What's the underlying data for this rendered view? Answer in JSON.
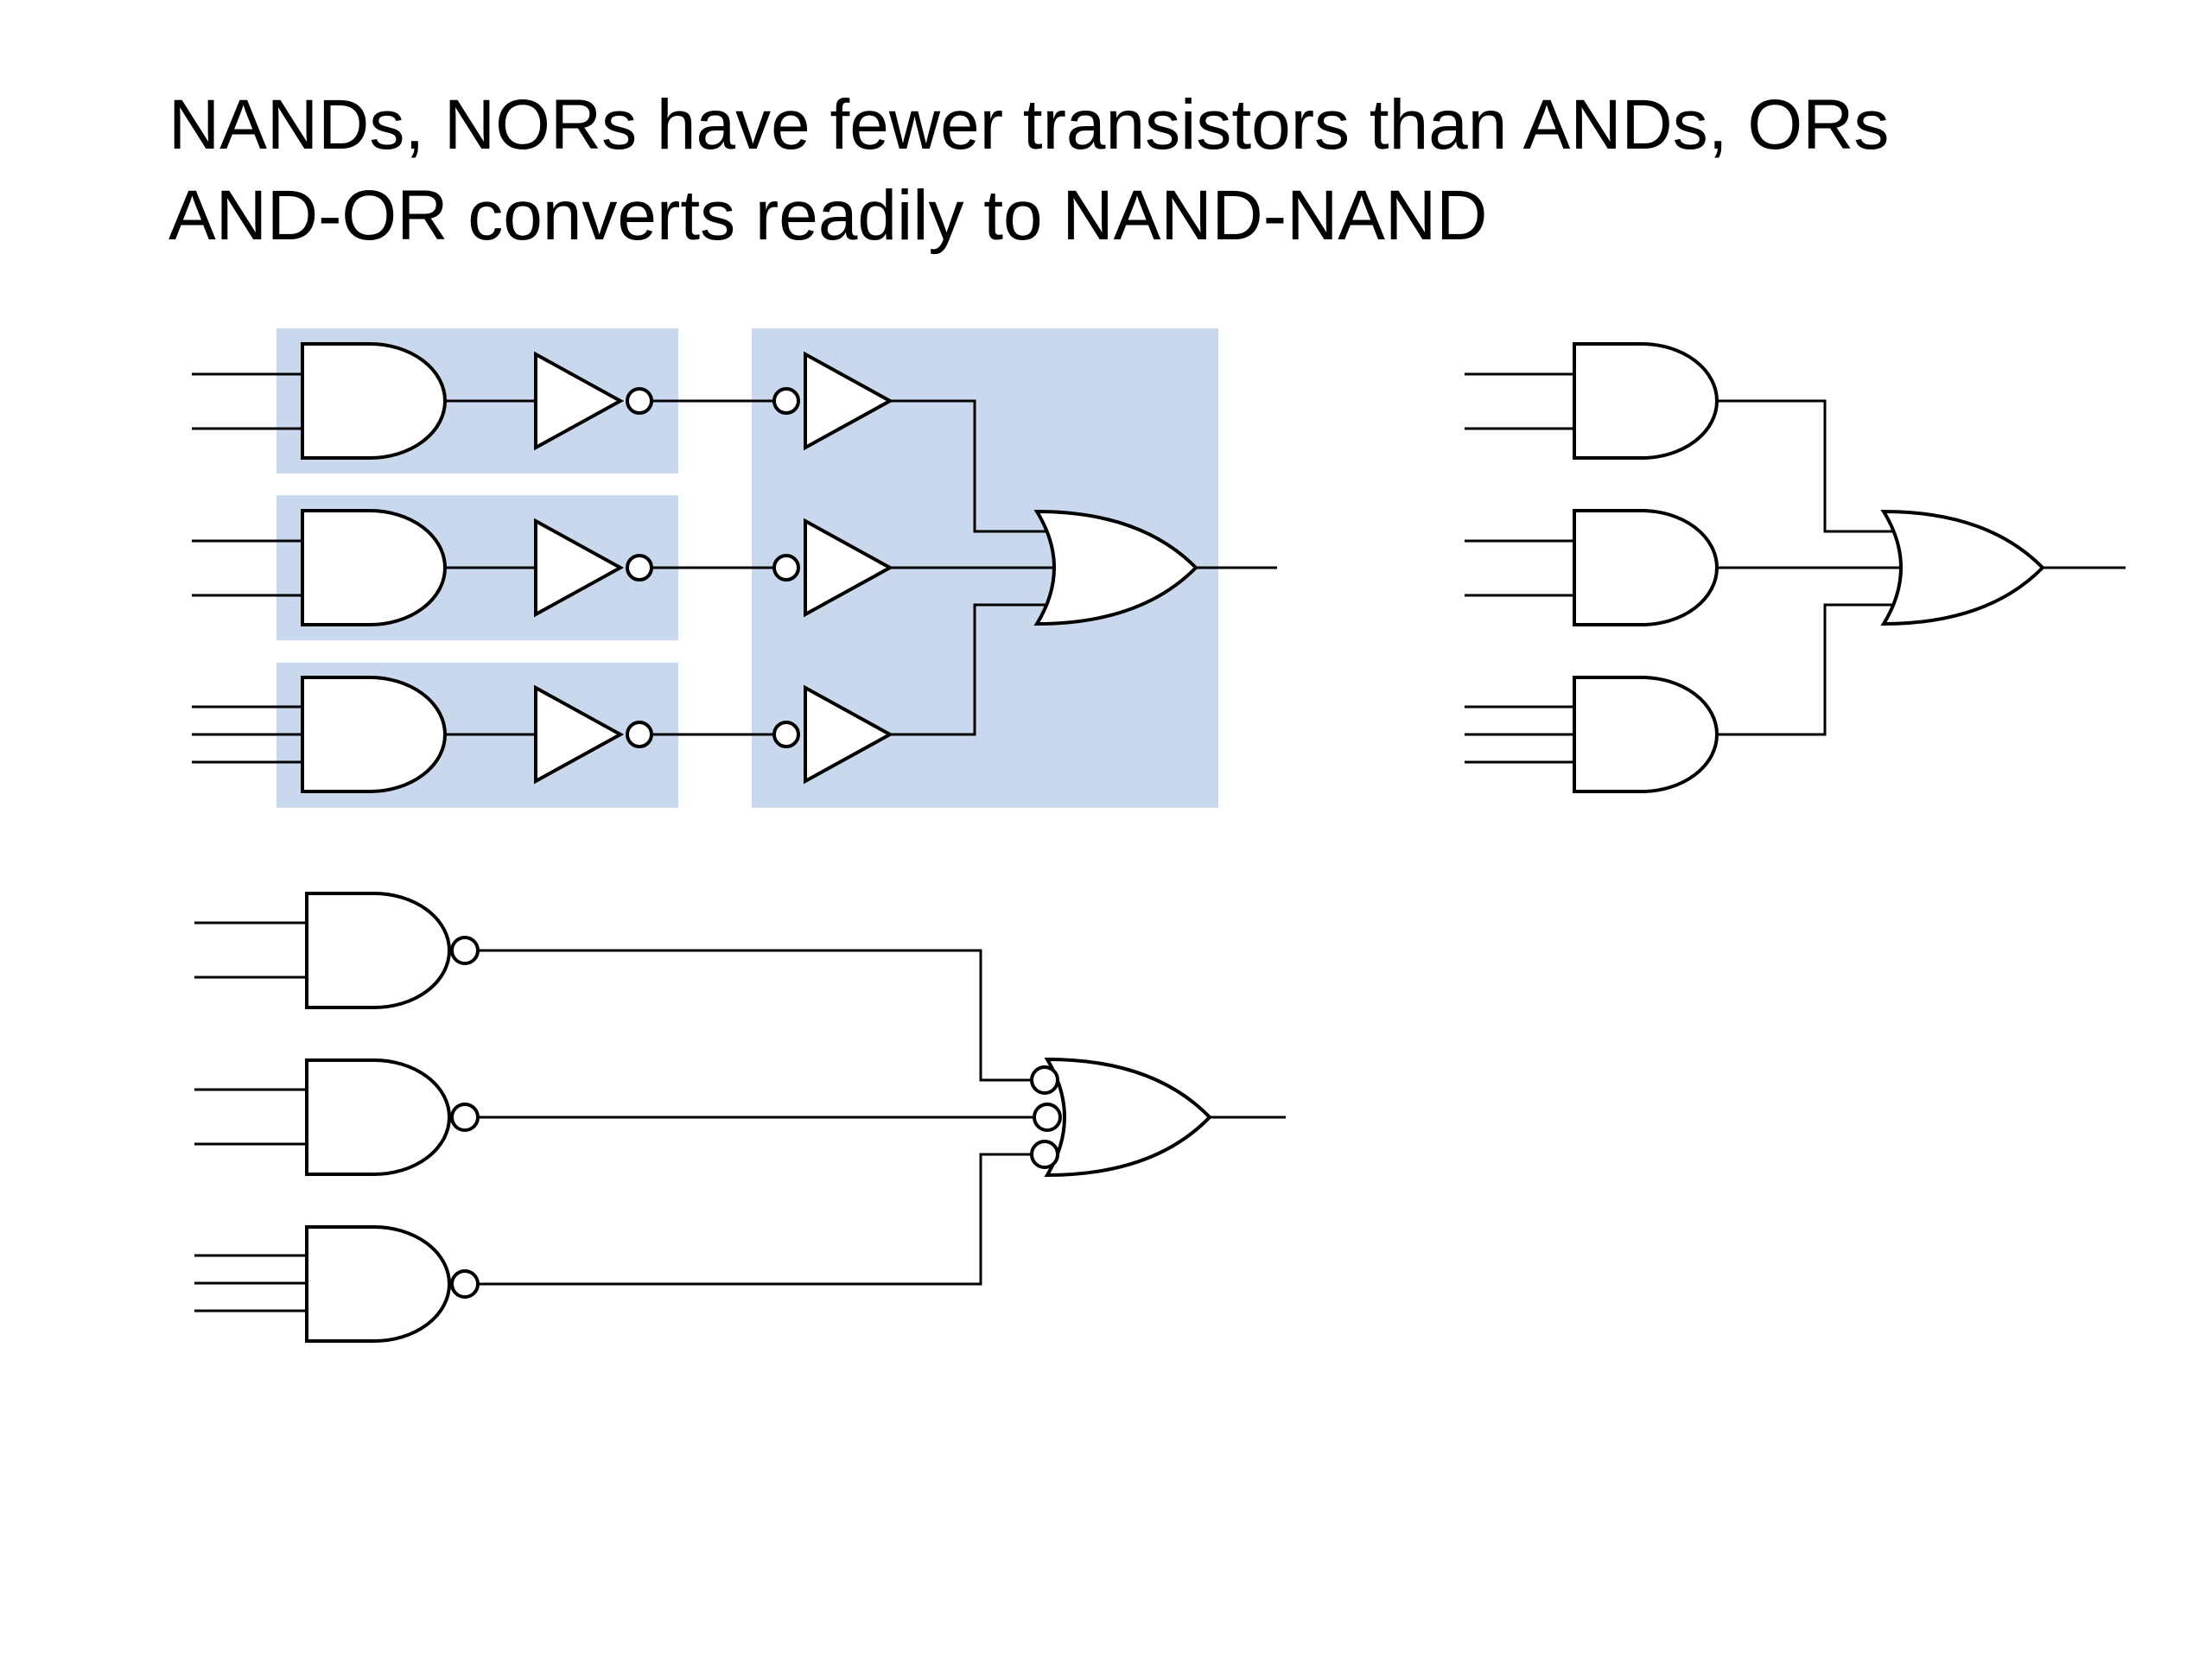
{
  "slide": {
    "heading_lines": [
      "NANDs, NORs have fewer transistors than ANDs, ORs",
      "AND-OR converts readily to NAND-NAND"
    ]
  },
  "colors": {
    "highlight": "#c9d8ec",
    "stroke": "#000000",
    "background": "#ffffff"
  },
  "diagrams": [
    {
      "id": "and-or-with-bubble-pairs",
      "gates": [
        "and-2",
        "and-2",
        "and-3",
        "inverter",
        "inverter",
        "inverter",
        "buffer-inverted-input",
        "buffer-inverted-input",
        "buffer-inverted-input",
        "or-3"
      ]
    },
    {
      "id": "and-or",
      "gates": [
        "and-2",
        "and-2",
        "and-3",
        "or-3"
      ]
    },
    {
      "id": "nand-nand",
      "gates": [
        "nand-2",
        "nand-2",
        "nand-3",
        "or-3-inverted-inputs"
      ]
    }
  ]
}
